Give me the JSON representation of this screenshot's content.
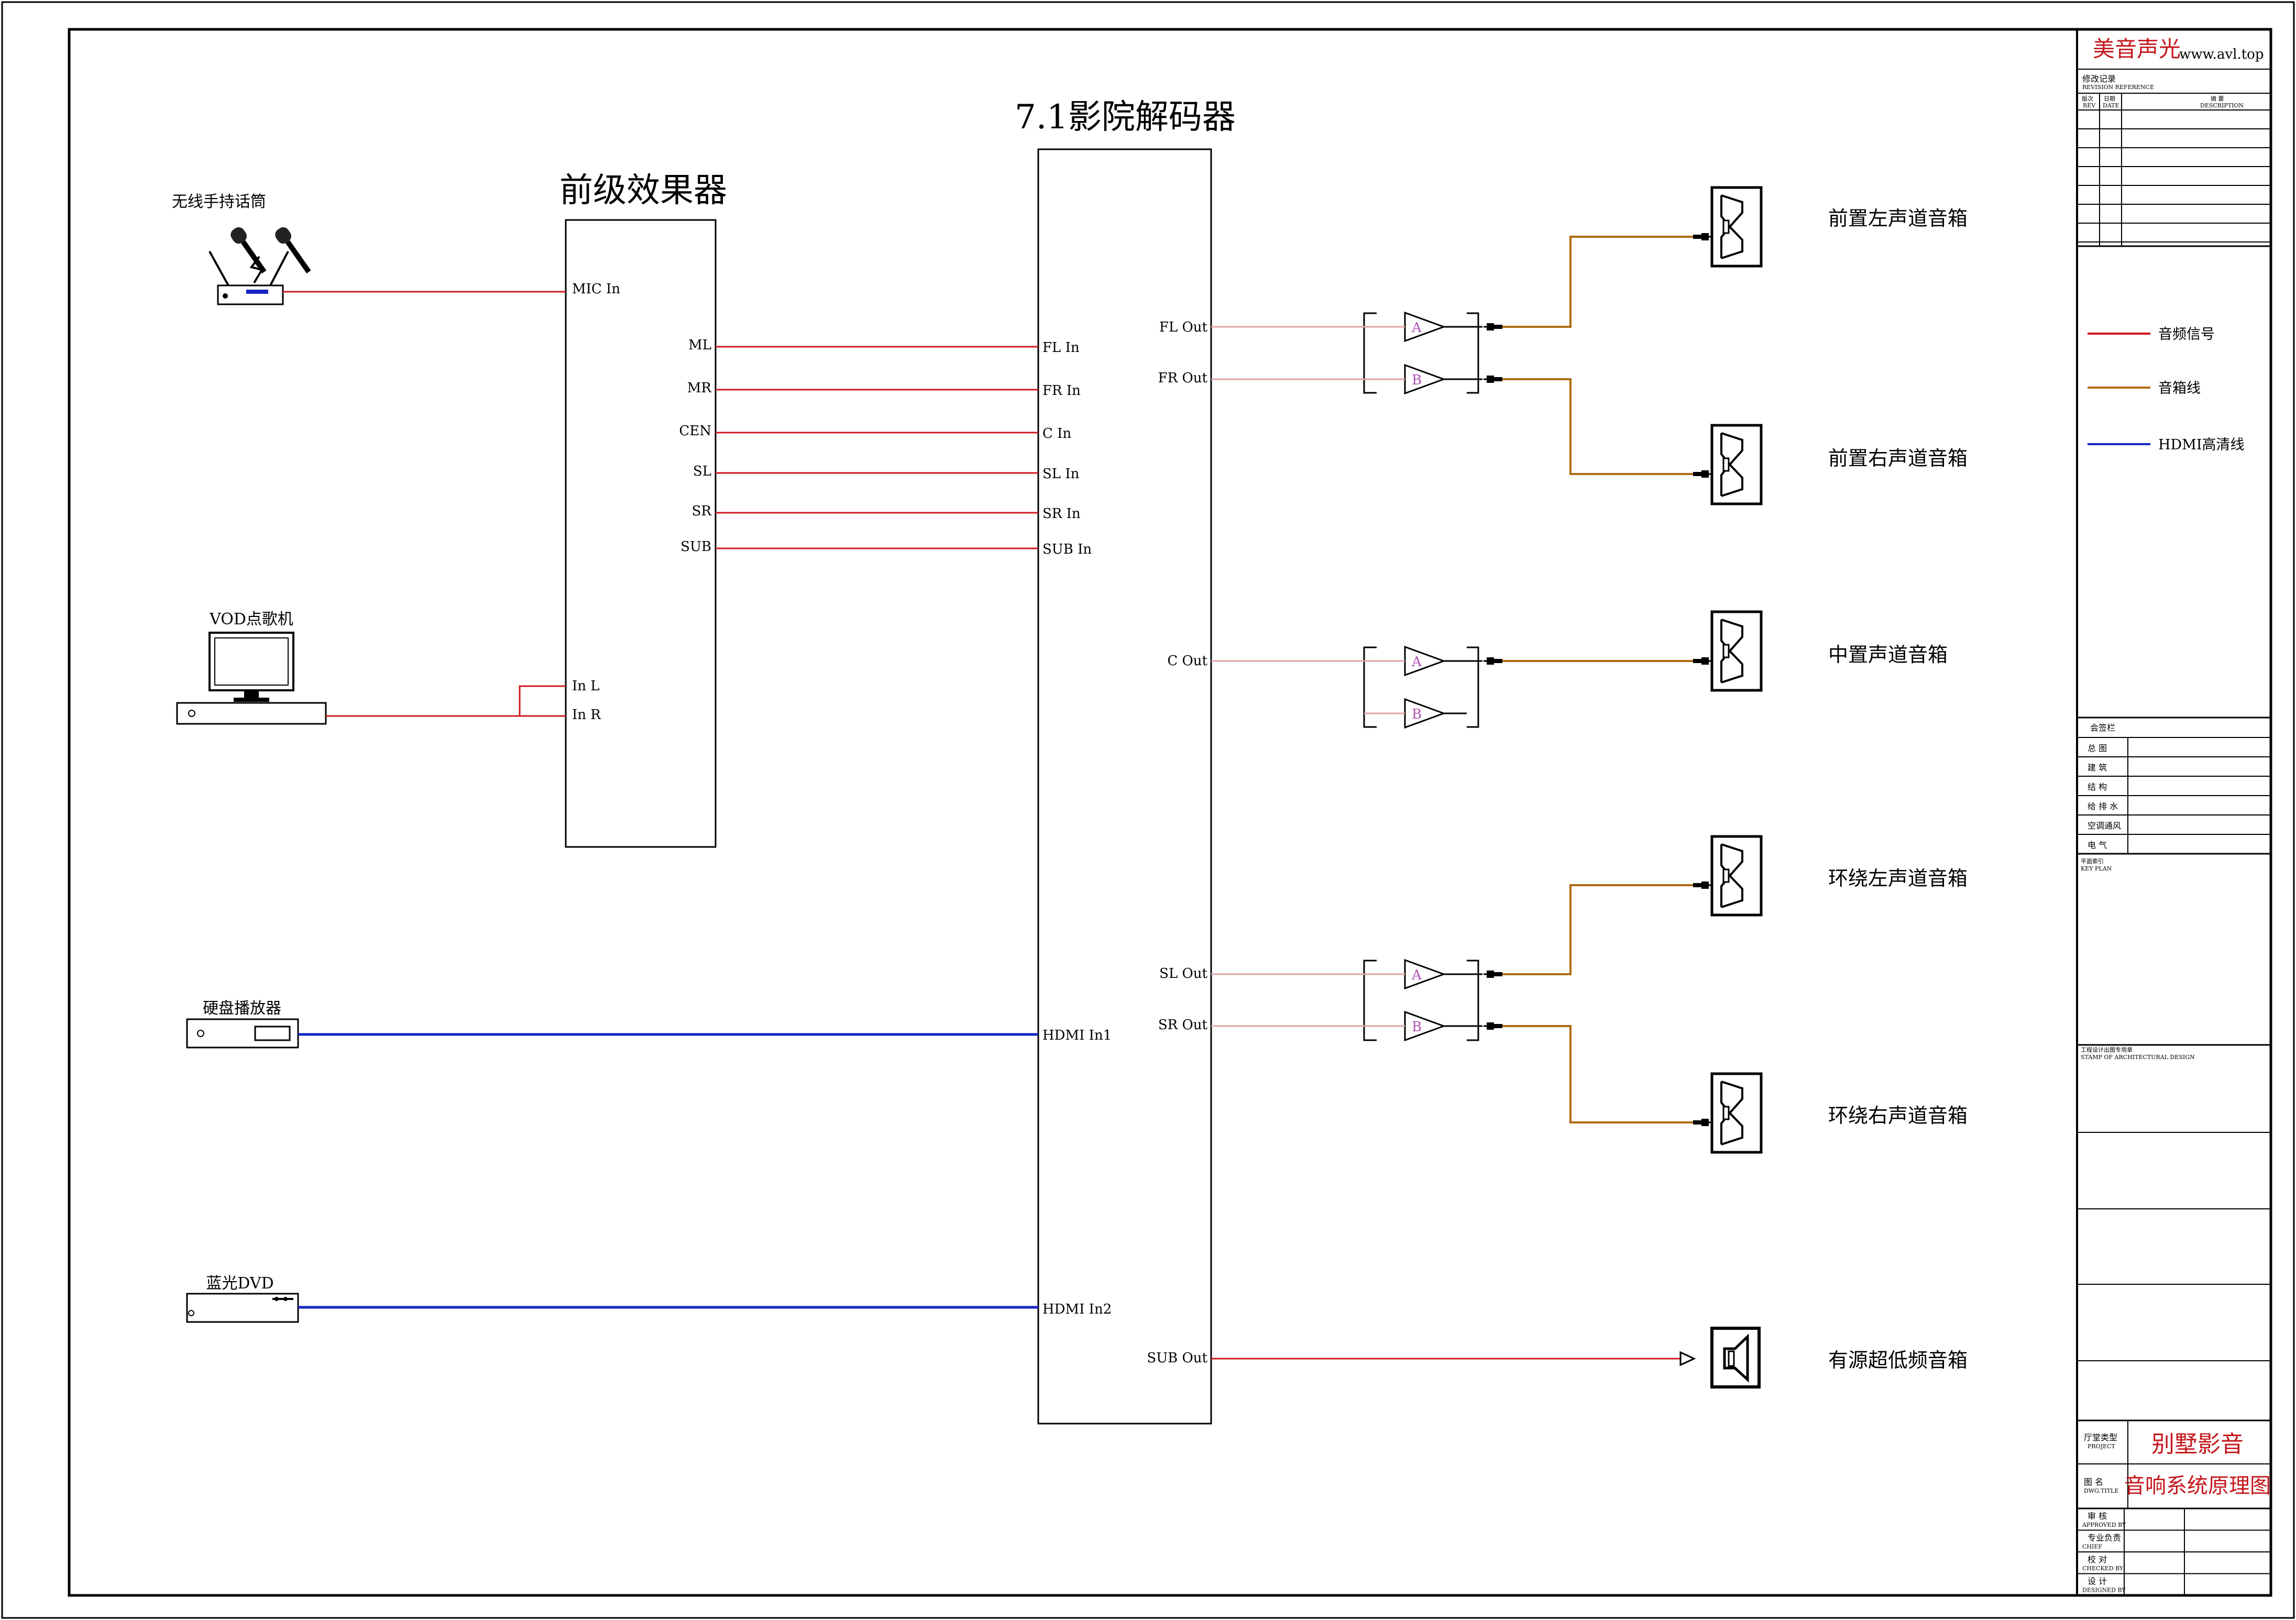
{
  "brand": {
    "name": "美音声光",
    "url": "www.avl.top"
  },
  "decoder": {
    "title": "7.1影院解码器"
  },
  "preamp": {
    "title": "前级效果器"
  },
  "sources": {
    "mic": "无线手持话筒",
    "vod": "VOD点歌机",
    "hdd": "硬盘播放器",
    "dvd": "蓝光DVD"
  },
  "ports": {
    "mic_in": "MIC In",
    "in_l": "In L",
    "in_r": "In R",
    "preamp_out": [
      "ML",
      "MR",
      "CEN",
      "SL",
      "SR",
      "SUB"
    ],
    "decoder_in": [
      "FL In",
      "FR In",
      "C In",
      "SL In",
      "SR In",
      "SUB In"
    ],
    "hdmi_in1": "HDMI In1",
    "hdmi_in2": "HDMI In2",
    "decoder_out": {
      "fl": "FL Out",
      "fr": "FR Out",
      "c": "C Out",
      "sl": "SL Out",
      "sr": "SR Out",
      "sub": "SUB Out"
    }
  },
  "amp_channels": {
    "a": "A",
    "b": "B"
  },
  "speakers": {
    "front_left": "前置左声道音箱",
    "front_right": "前置右声道音箱",
    "center": "中置声道音箱",
    "surround_left": "环绕左声道音箱",
    "surround_right": "环绕右声道音箱",
    "subwoofer": "有源超低频音箱"
  },
  "legend": [
    {
      "label": "音频信号",
      "color": "#d0181f"
    },
    {
      "label": "音箱线",
      "color": "#b06b14"
    },
    {
      "label": "HDMI高清线",
      "color": "#1626c4"
    }
  ],
  "title_block": {
    "revision_cn": "修改记录",
    "revision_en": "REVISION REFERENCE",
    "rev_cols": [
      "版次",
      "日期",
      "摘    要"
    ],
    "rev_cols_en": [
      "REV",
      "DATE",
      "DESCRIPTION"
    ],
    "signoff_head": "会签栏",
    "signoff": [
      "总    图",
      "建    筑",
      "结    构",
      "给 排 水",
      "空调通风",
      "电    气"
    ],
    "key_plan_cn": "平面索引",
    "key_plan_en": "KEY PLAN",
    "stamp_cn": "工程设计出图专用章",
    "stamp_en": "STAMP OF ARCHITECTURAL DESIGN",
    "project_label": "厅堂类型",
    "project_label_en": "PROJECT",
    "project_value": "别墅影音",
    "dwg_label": "图    名",
    "dwg_label_en": "DWG.TITLE",
    "dwg_value": "音响系统原理图",
    "approvals": [
      {
        "cn": "审    核",
        "en": "APPROVED BY"
      },
      {
        "cn": "专业负责",
        "en": "CHIEF"
      },
      {
        "cn": "校    对",
        "en": "CHECKED BY"
      },
      {
        "cn": "设    计",
        "en": "DESIGNED BY"
      }
    ]
  }
}
